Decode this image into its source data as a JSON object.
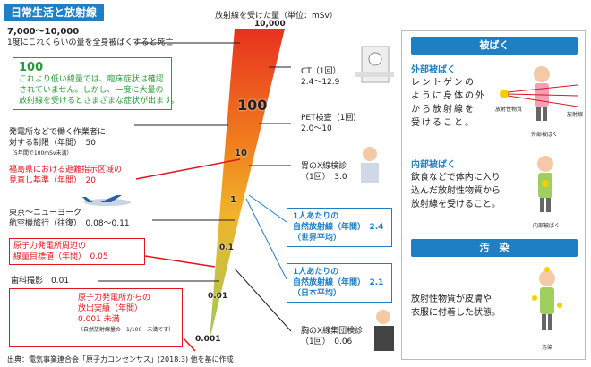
{
  "title": "日常生活と放射線",
  "scale_title": "放射線を受けた量（単位：mSv）",
  "scale": {
    "v10000": "10,000",
    "v100": "100",
    "v10": "10",
    "v1": "1",
    "v01": "0.1",
    "v001": "0.01",
    "v0001": "0.001"
  },
  "left": {
    "l1a": "7,000〜10,000",
    "l1b": "1度にこれくらいの量を全身被ばくすると死亡",
    "g100": "100",
    "g1": "これより低い線量では、臨床症状は確認",
    "g2": "されていません。しかし、一度に大量の",
    "g3": "放射線を受けるとさまざまな症状が出ます。",
    "w1": "発電所などで働く作業者に",
    "w2": "対する制限（年間）　50",
    "w3": "（5年間で100mSv未満）",
    "f1": "福島県における避難指示区域の",
    "f2": "見直し基準（年間）　20",
    "tk1": "東京〜ニューヨーク",
    "tk2": "航空機旅行（往復）　0.08〜0.11",
    "np1": "原子力発電所周辺の",
    "np2": "線量目標値（年間）　0.05",
    "dt": "歯科撮影　0.01",
    "ne1": "原子力発電所からの",
    "ne2": "放出実績（年間）",
    "ne3": "0.001 未満",
    "ne4": "（自然放射線量の　1/100　未満です）"
  },
  "mid": {
    "ct1": "CT（1回）",
    "ct2": "2.4〜12.9",
    "pet1": "PET検査（1回）",
    "pet2": "2.0〜10",
    "st1": "胃のX線検診",
    "st2": "（1回）　3.0",
    "n1a": "1人あたりの",
    "n1b": "自然放射線（年間）　2.4",
    "n1c": "（世界平均）",
    "n2a": "1人あたりの",
    "n2b": "自然放射線（年間）　2.1",
    "n2c": "（日本平均）",
    "cx1": "胸のX線集団検診",
    "cx2": "（1回）　0.06"
  },
  "right": {
    "h1": "被ばく",
    "ext": "外部被ばく",
    "e1": "レントゲンの",
    "e2": "ように身体の外",
    "e3": "から放射線を",
    "e4": "受けること。",
    "src": "放射性物質",
    "rad": "放射線",
    "cap1": "外部被ばく",
    "int": "内部被ばく",
    "i1": "飲食などで体内に入り",
    "i2": "込んだ放射性物質から",
    "i3": "放射線を受けること。",
    "cap2": "内部被ばく",
    "h2": "汚　染",
    "c1": "放射性物質が皮膚や",
    "c2": "衣服に付着した状態。",
    "cap3": "汚染"
  },
  "source": "出典：電気事業連合会「原子力コンセンサス」(2018.3) 他を基に作成"
}
